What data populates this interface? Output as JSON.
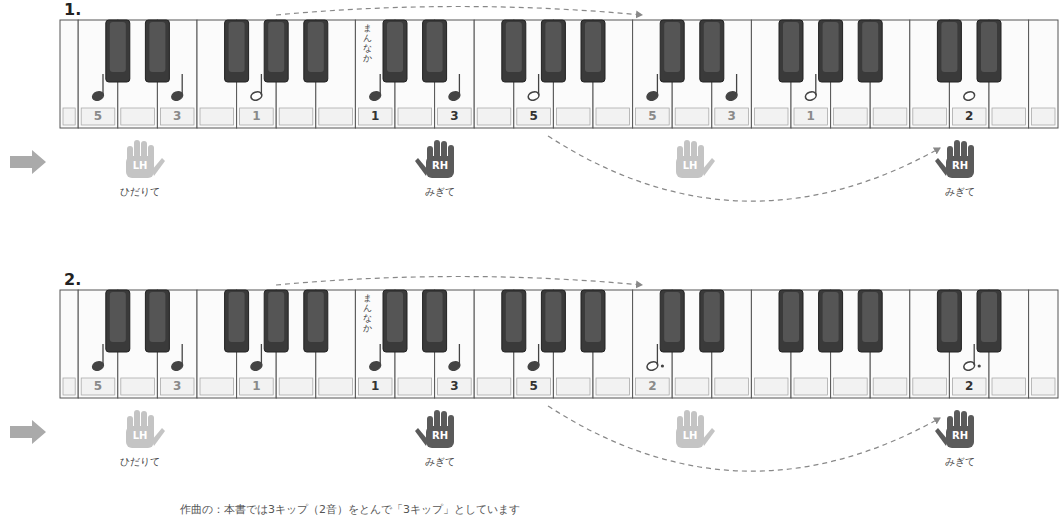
{
  "diagram": {
    "labels": [
      "1.",
      "まんなか",
      "5",
      "3",
      "1",
      "1",
      "3",
      "5",
      "5",
      "3",
      "1",
      "2",
      "LH",
      "ひだりて",
      "RH",
      "みぎて",
      "LH",
      "RH",
      "みぎて",
      "2.",
      "まんなか",
      "5",
      "3",
      "1",
      "1",
      "3",
      "5",
      "2",
      "2",
      "LH",
      "ひだりて",
      "RH",
      "みぎて",
      "LH",
      "RH",
      "みぎて",
      "作曲の：本書では3キップ（2音）をとんで「3キップ」としています"
    ]
  }
}
